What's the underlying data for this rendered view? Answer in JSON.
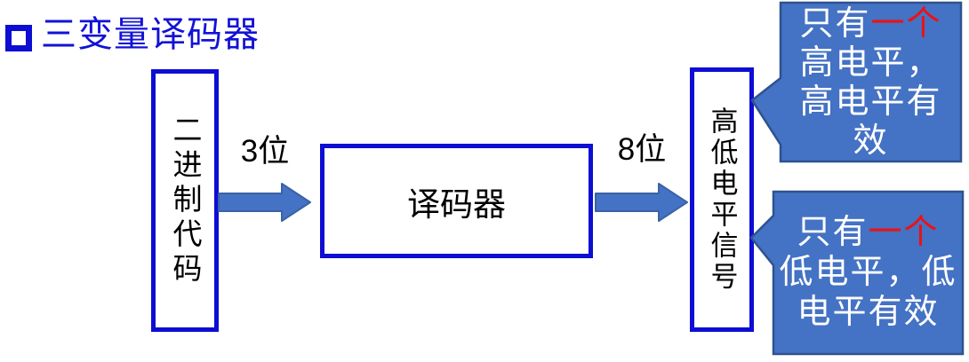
{
  "title": {
    "text": "三变量译码器"
  },
  "flow": {
    "input_box": "二进制代码",
    "arrow1_label": "3位",
    "decoder_box": "译码器",
    "arrow2_label": "8位",
    "output_box": "高低电平信号"
  },
  "callout_top": {
    "line1_white": "只有",
    "line1_red": "一个",
    "line2": "高电平，",
    "line3": "高电平有",
    "line4": "效"
  },
  "callout_bottom": {
    "line1_white": "只有",
    "line1_red": "一个",
    "line2": "低电平，低",
    "line3": "电平有效"
  },
  "colors": {
    "accent_blue": "#4472C4",
    "callout_border": "#2F528F",
    "deep_blue": "#0D0DD3",
    "highlight_red": "#EE1111",
    "text_black": "#000000",
    "text_white": "#FFFFFF"
  }
}
